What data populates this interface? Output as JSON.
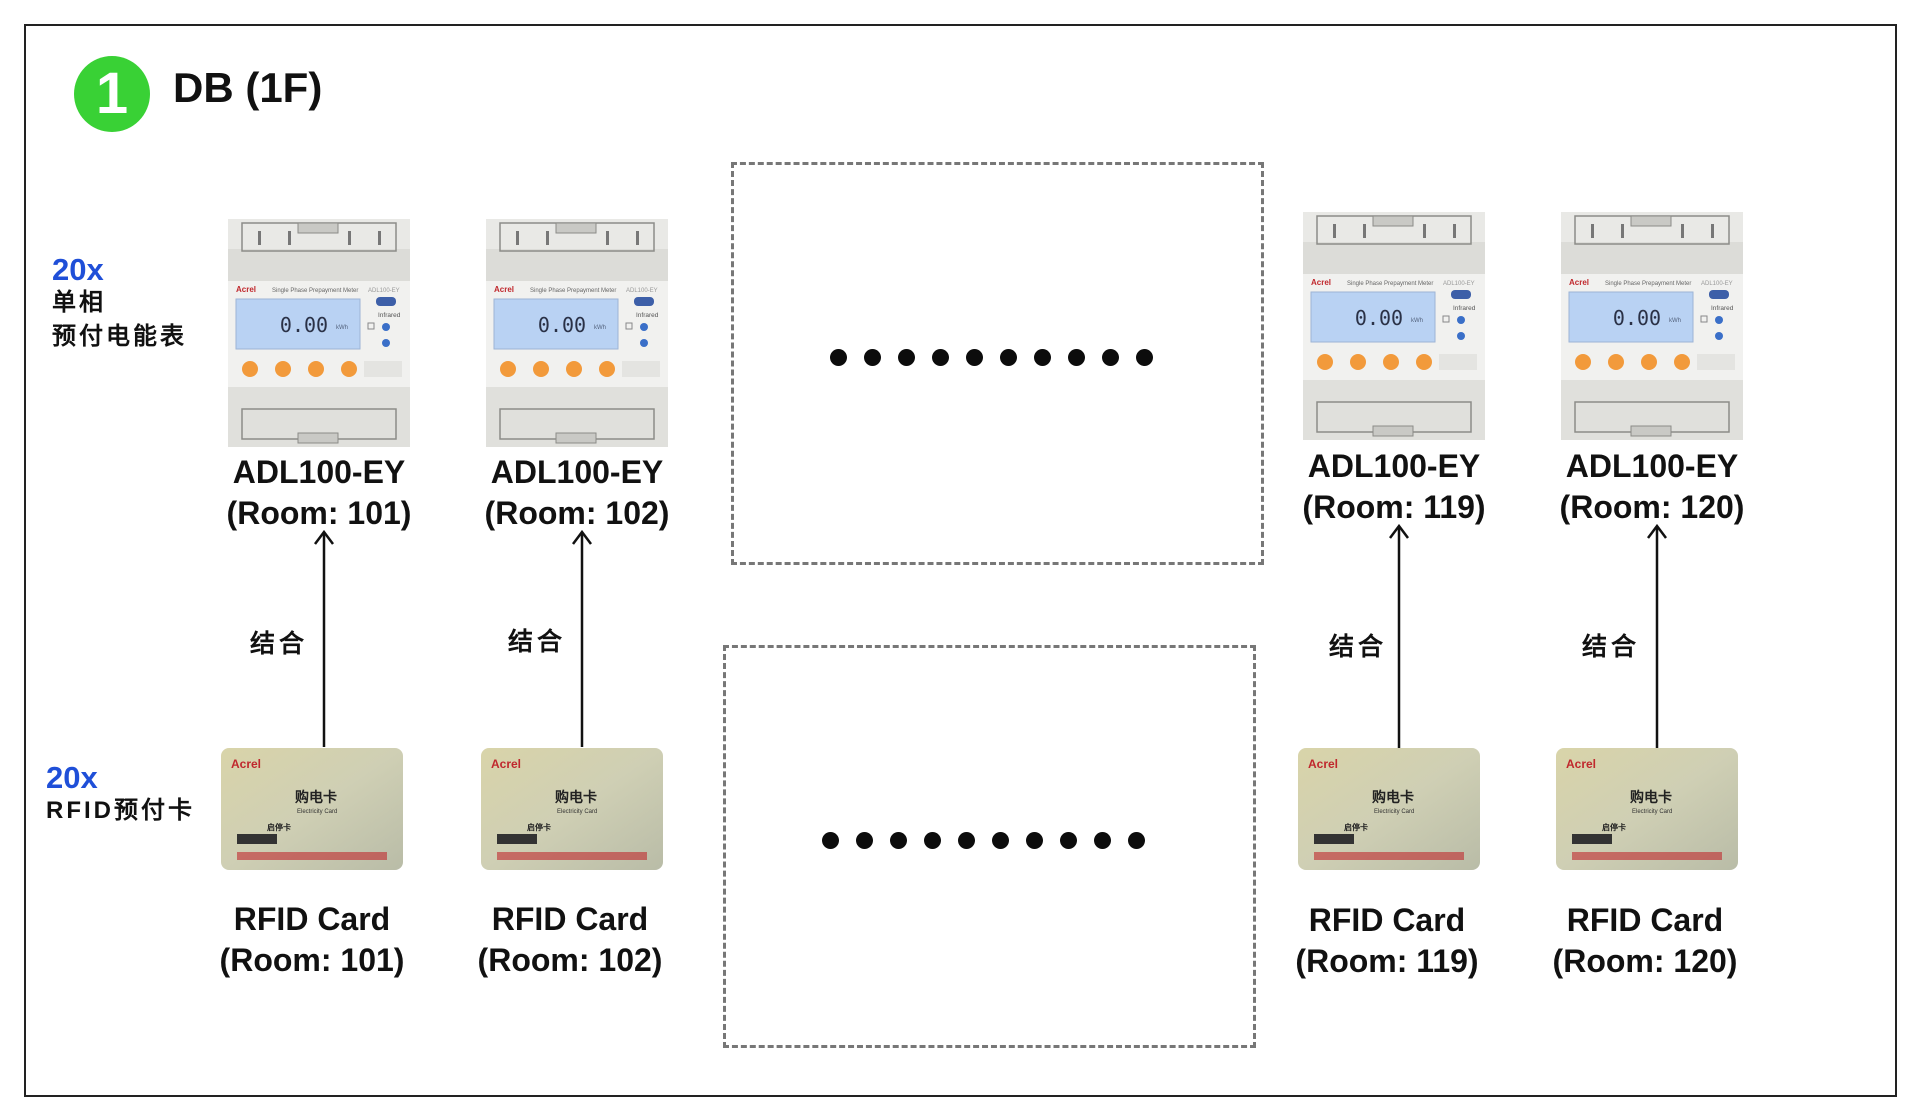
{
  "header": {
    "step_number": "1",
    "title": "DB (1F)"
  },
  "meters_side": {
    "count": "20x",
    "line1": "单相",
    "line2": "预付电能表"
  },
  "cards_side": {
    "count": "20x",
    "line1": "RFID预付卡"
  },
  "connector_text": "结合",
  "meter_face": {
    "brand": "Acrel",
    "product": "Single Phase Prepayment Meter",
    "model_small": "ADL100-EY",
    "display": "0.00",
    "unit": "kWh",
    "infrared": "Infrared"
  },
  "card_face": {
    "brand": "Acrel",
    "title_cn": "购电卡",
    "title_en": "Electricity Card",
    "name_line": "启停卡"
  },
  "units": [
    {
      "meter_model": "ADL100-EY",
      "meter_room": "(Room: 101)",
      "card_name": "RFID Card",
      "card_room": "(Room: 101)"
    },
    {
      "meter_model": "ADL100-EY",
      "meter_room": "(Room: 102)",
      "card_name": "RFID Card",
      "card_room": "(Room: 102)"
    },
    {
      "meter_model": "ADL100-EY",
      "meter_room": "(Room: 119)",
      "card_name": "RFID Card",
      "card_room": "(Room: 119)"
    },
    {
      "meter_model": "ADL100-EY",
      "meter_room": "(Room: 120)",
      "card_name": "RFID Card",
      "card_room": "(Room: 120)"
    }
  ],
  "colors": {
    "badge": "#39d135",
    "count": "#1f4fd8",
    "lcd": "#b9d2f3",
    "button": "#f29a3b"
  }
}
